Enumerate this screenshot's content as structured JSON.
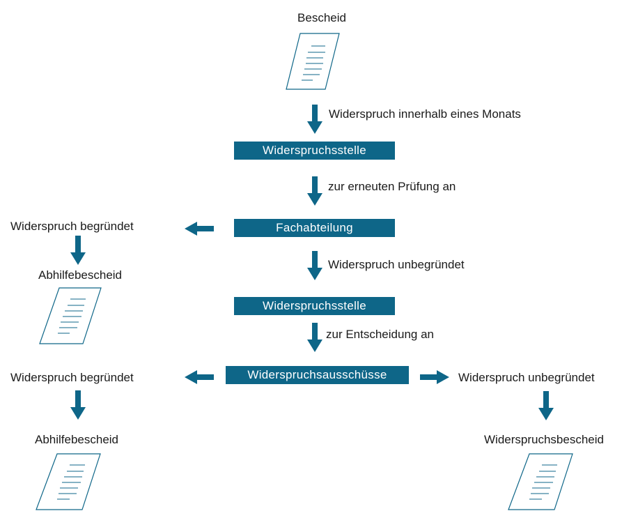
{
  "diagram": {
    "top_label": "Bescheid",
    "step1_label": "Widerspruch innerhalb eines Monats",
    "box1_label": "Widerspruchsstelle",
    "step2_label": "zur erneuten Prüfung an",
    "box2_label": "Fachabteilung",
    "left1_label": "Widerspruch begründet",
    "left1_doc_label": "Abhilfebescheid",
    "step3_label": "Widerspruch unbegründet",
    "box3_label": "Widerspruchsstelle",
    "step4_label": "zur Entscheidung an",
    "box4_label": "Widerspruchsausschüsse",
    "left2_label": "Widerspruch begründet",
    "left2_doc_label": "Abhilfebescheid",
    "right2_label": "Widerspruch unbegründet",
    "right2_doc_label": "Widerspruchsbescheid",
    "colors": {
      "accent": "#0e6688",
      "doc_stroke": "#0e6688"
    },
    "icons": [
      "document-icon",
      "arrow-down-icon",
      "arrow-left-icon",
      "arrow-right-icon"
    ]
  }
}
